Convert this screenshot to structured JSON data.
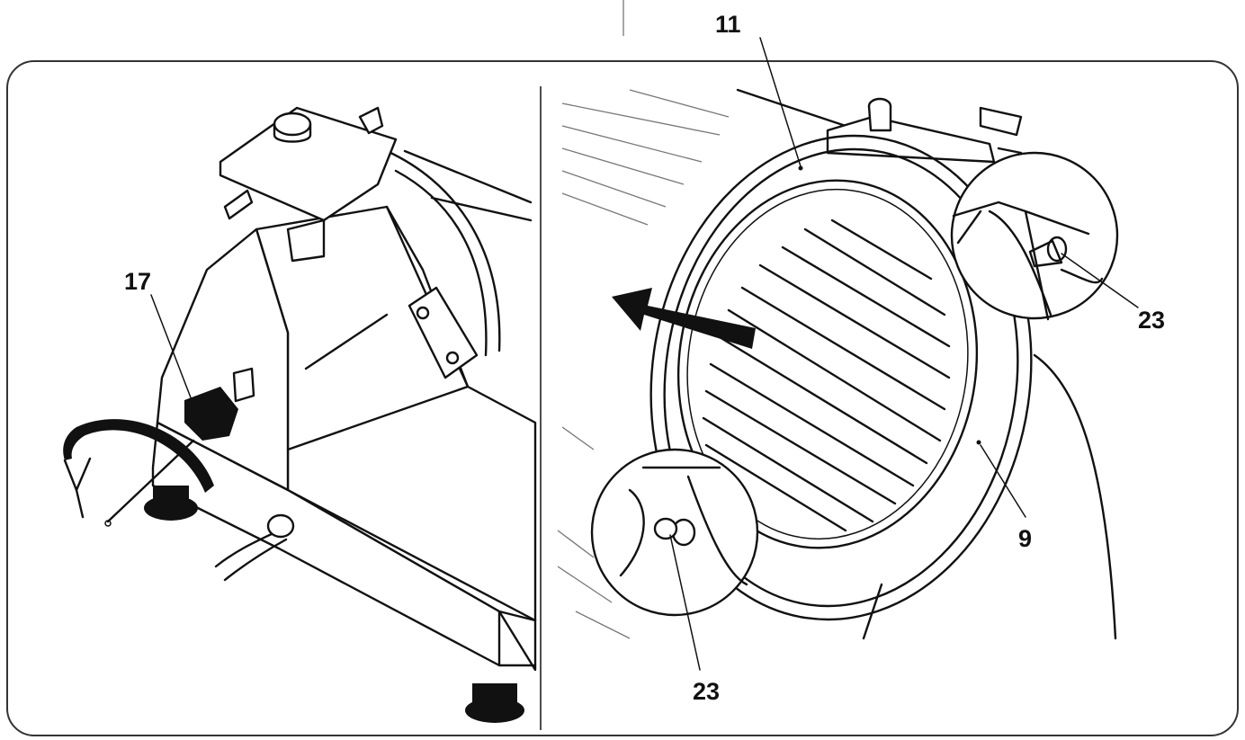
{
  "callouts": {
    "c11": "11",
    "c17": "17",
    "c23_right": "23",
    "c23_bottom": "23",
    "c9": "9"
  },
  "colors": {
    "line": "#111111",
    "background": "#ffffff",
    "grey": "#777777"
  },
  "icons": [
    "rotation-arrow-icon",
    "removal-arrow-icon"
  ]
}
